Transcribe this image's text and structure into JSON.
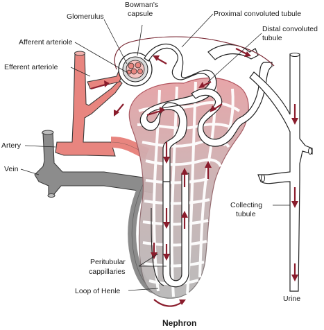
{
  "labels": {
    "glomerulus": "Glomerulus",
    "bowmans_capsule_1": "Bowman's",
    "bowmans_capsule_2": "capsule",
    "proximal_tubule": "Proximal convoluted tubule",
    "distal_tubule_1": "Distal convoluted",
    "distal_tubule_2": "tubule",
    "afferent_arteriole": "Afferent arteriole",
    "efferent_arteriole": "Efferent arteriole",
    "artery": "Artery",
    "vein": "Vein",
    "collecting_tubule_1": "Collecting",
    "collecting_tubule_2": "tubule",
    "peritubular_1": "Peritubular",
    "peritubular_2": "cappillaries",
    "loop_of_henle": "Loop of Henle",
    "urine": "Urine",
    "title": "Nephron"
  },
  "colors": {
    "artery": "#e8857f",
    "vein": "#8c8c8c",
    "flow_arrow": "#8a1c2c",
    "capillary_network_top": "#d9868c",
    "capillary_network_bottom": "#aaaaaa"
  }
}
